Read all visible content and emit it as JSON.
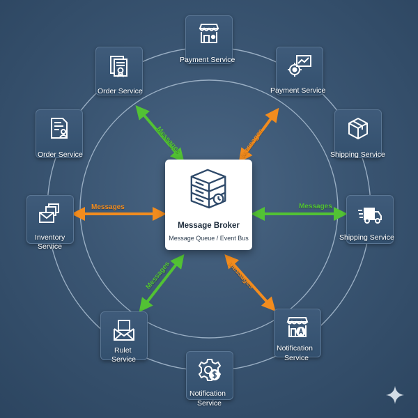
{
  "broker": {
    "title": "Message Broker",
    "subtitle": "Message Queue / Event Bus",
    "icon": "server-stack-icon"
  },
  "services": [
    {
      "id": "payment-top",
      "label": "Payment Service",
      "icon": "storefront-icon"
    },
    {
      "id": "order-upper",
      "label": "Order Service",
      "icon": "documents-certificate-icon"
    },
    {
      "id": "payment-right",
      "label": "Payment Service",
      "icon": "gear-trend-chart-icon"
    },
    {
      "id": "order-left",
      "label": "Order Service",
      "icon": "document-user-icon"
    },
    {
      "id": "shipping-upper",
      "label": "Shipping Service",
      "icon": "package-box-icon"
    },
    {
      "id": "inventory",
      "label_line1": "Inventory",
      "label_line2": "Service",
      "icon": "mail-files-icon"
    },
    {
      "id": "shipping-right",
      "label": "Shipping Service",
      "icon": "delivery-truck-icon"
    },
    {
      "id": "rulet",
      "label_line1": "Rulet",
      "label_line2": "Service",
      "icon": "mail-envelope-icon"
    },
    {
      "id": "notification-right",
      "label_line1": "Notification",
      "label_line2": "Service",
      "icon": "store-a-icon"
    },
    {
      "id": "notification-bottom",
      "label_line1": "Notification",
      "label_line2": "Service",
      "icon": "gear-dollar-icon"
    }
  ],
  "connections": [
    {
      "label": "Messages",
      "color": "#52c234"
    },
    {
      "label": "Messages",
      "color": "#f28c1e"
    },
    {
      "label": "Messages",
      "color": "#f28c1e"
    },
    {
      "label": "Messages",
      "color": "#52c234"
    },
    {
      "label": "Messages",
      "color": "#52c234"
    },
    {
      "label": "Messages",
      "color": "#f28c1e"
    }
  ],
  "colors": {
    "background": "#3a5572",
    "ring": "#a9bdd1",
    "green": "#52c234",
    "orange": "#f28c1e",
    "card": "#3a5675",
    "broker": "#ffffff"
  }
}
